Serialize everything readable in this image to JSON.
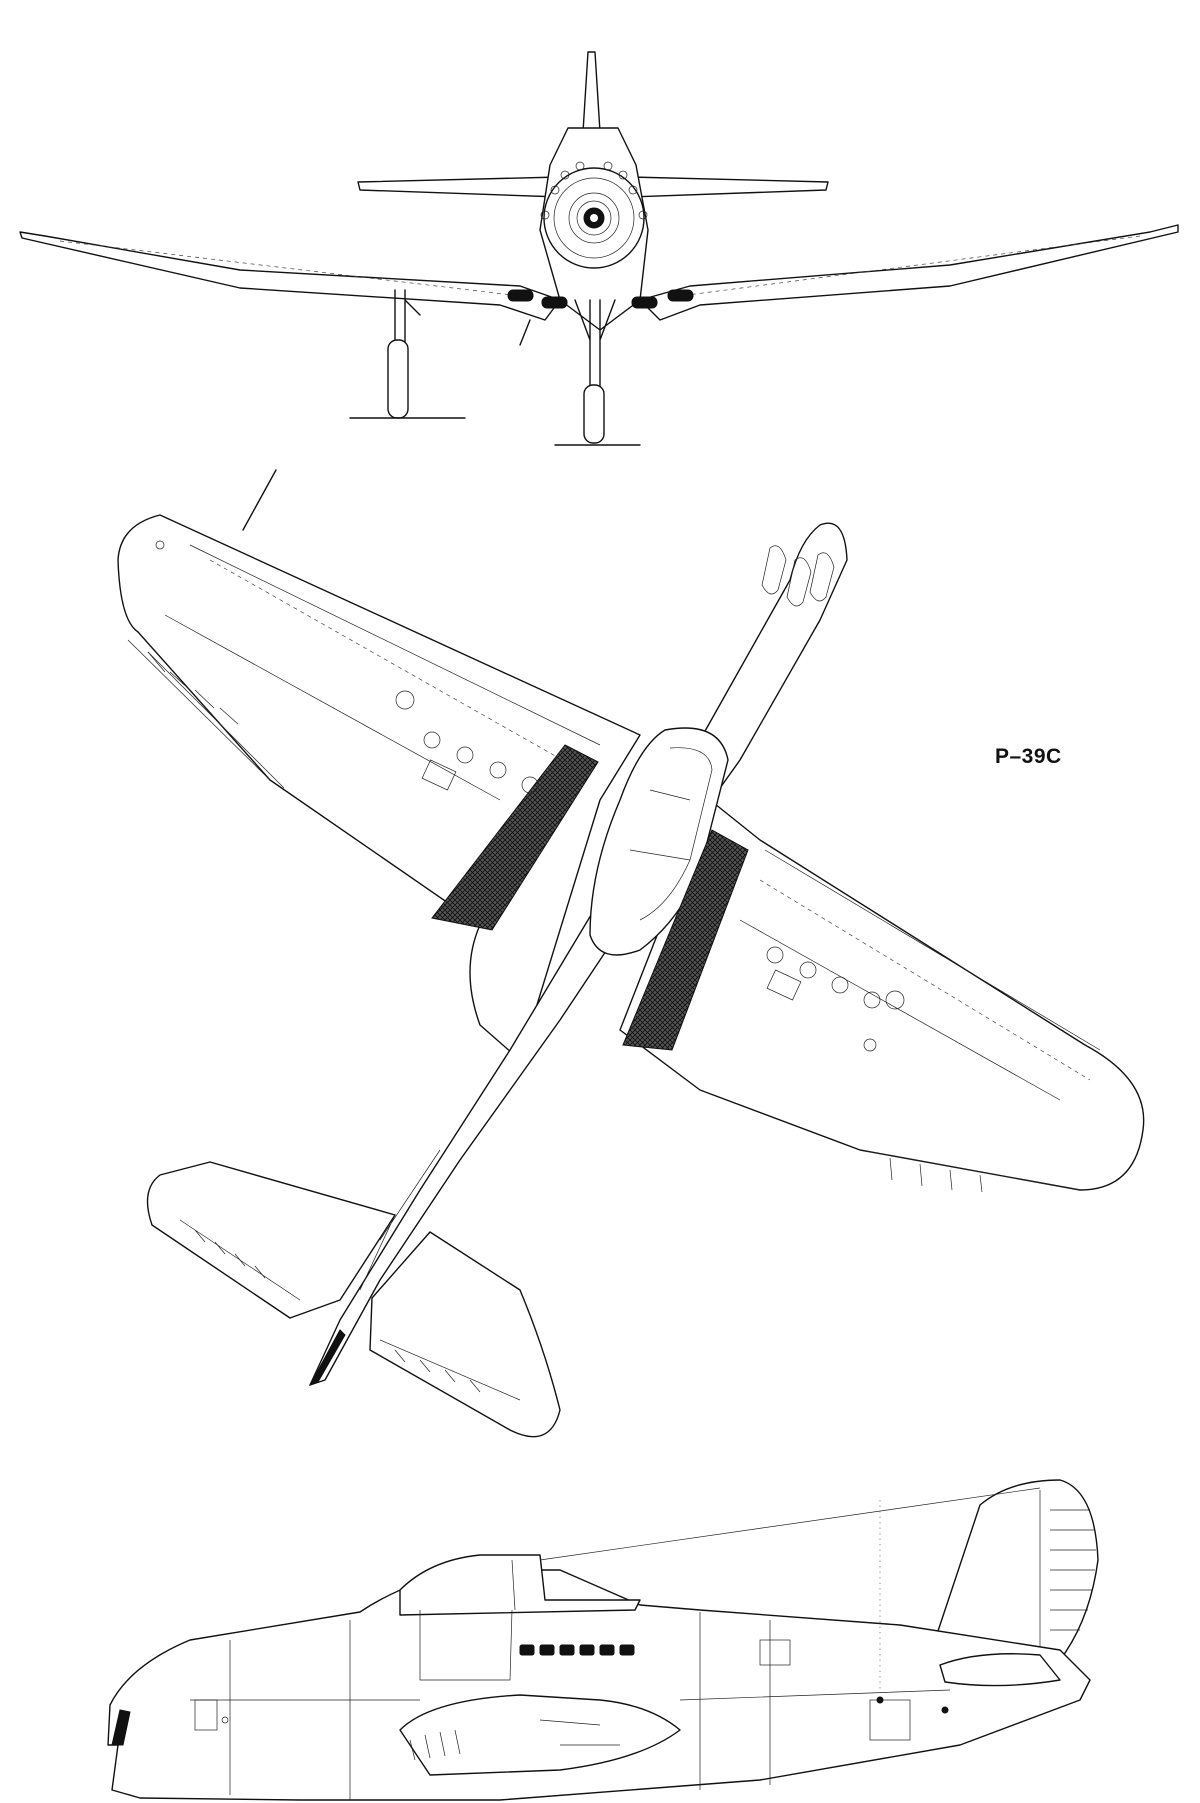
{
  "designation": "P–39C",
  "views": [
    "front-view",
    "top-view",
    "side-view"
  ]
}
